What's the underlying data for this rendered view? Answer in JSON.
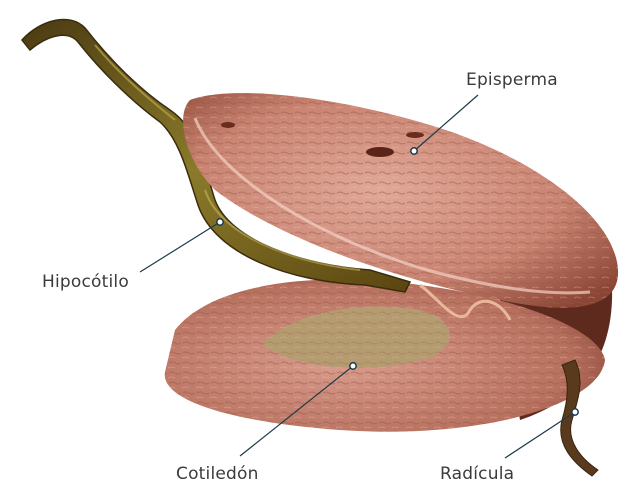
{
  "labels": {
    "episperma": "Episperma",
    "hipocotilo": "Hipocótilo",
    "cotiledon": "Cotiledón",
    "radicula": "Radícula"
  },
  "colors": {
    "leader": "#1e3a4a",
    "label_text": "#3b3b3b",
    "seed_coat_light": "#d59a8a",
    "seed_coat_dark": "#7b3a2a",
    "cotyledon_inner": "#b9a07a",
    "stem": "#6b5a20"
  }
}
